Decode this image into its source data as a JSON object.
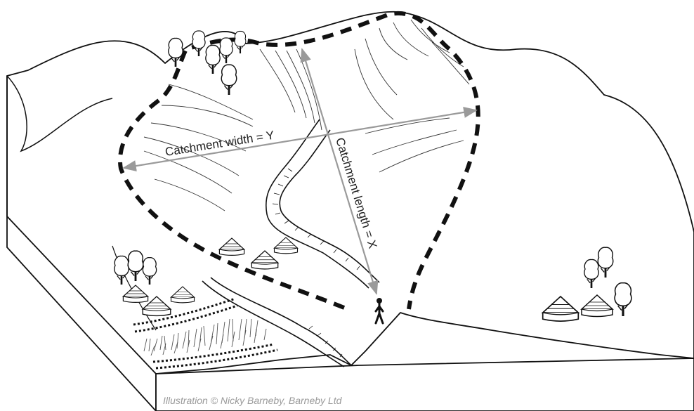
{
  "diagram": {
    "width_label": "Catchment width = Y",
    "length_label": "Catchment length = X",
    "credit": "Illustration © Nicky Barneby, Barneby Ltd",
    "colors": {
      "ink": "#111111",
      "arrow": "#9a9a9a",
      "credit": "#9a9a9a",
      "background": "#ffffff"
    },
    "icons": [
      "tree-icon",
      "hut-icon",
      "person-icon"
    ]
  }
}
